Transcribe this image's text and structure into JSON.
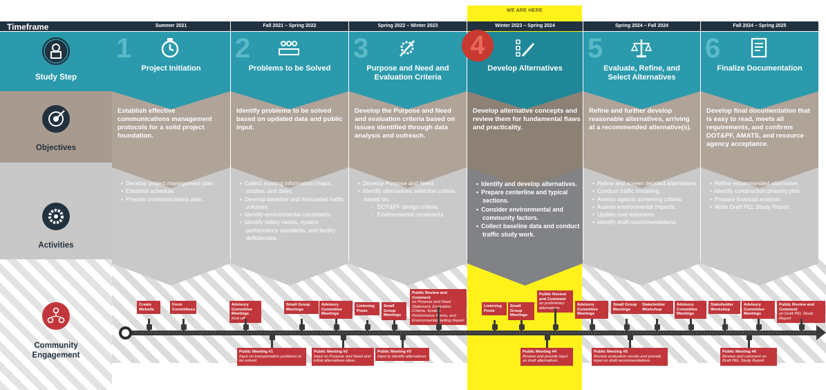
{
  "we_are_here": "WE ARE HERE",
  "left_labels": {
    "timeframe": "Timeframe",
    "study_step": "Study Step",
    "objectives": "Objectives",
    "activities": "Activities",
    "community_engagement": "Community Engagement"
  },
  "steps": [
    {
      "timeframe": "Summer 2021",
      "number": "1",
      "title": "Project Initiation",
      "icon": "stopwatch-icon",
      "objective": "Establish effective communications management protocols for a solid project foundation.",
      "activities": [
        {
          "text": "Develop project management plan."
        },
        {
          "text": "Establish schedule."
        },
        {
          "text": "Prepare communications plan."
        }
      ]
    },
    {
      "timeframe": "Fall 2021 – Spring 2022",
      "number": "2",
      "title": "Problems to be Solved",
      "icon": "meeting-icon",
      "objective": "Identify problems to be solved based on updated data and public input.",
      "activities": [
        {
          "text": "Collect existing information (maps, studies, and data)."
        },
        {
          "text": "Develop baseline and forecasted traffic volumes."
        },
        {
          "text": "Identify environmental constraints."
        },
        {
          "text": "Identify safety needs, system performance standards, and facility deficiencies."
        }
      ]
    },
    {
      "timeframe": "Spring 2022 – Winter 2023",
      "number": "3",
      "title": "Purpose and Need and Evaluation Criteria",
      "icon": "wrench-gear-icon",
      "objective": "Develop the Purpose and Need and evaluation criteria based on issues identified through data analysis and outreach.",
      "activities": [
        {
          "text": "Develop Purpose and Need."
        },
        {
          "text": "Identify alternatives selection criteria based on:"
        },
        {
          "text": "DOT&PF design criteria",
          "sub": true
        },
        {
          "text": "Environmental constraints",
          "sub": true
        }
      ]
    },
    {
      "timeframe": "Winter 2023 – Spring 2024",
      "number": "4",
      "title": "Develop Alternatives",
      "icon": "checklist-pencil-icon",
      "current": true,
      "objective": "Develop alternative concepts and review them for fundamental flaws and practicality.",
      "activities": [
        {
          "text": "Identify and develop alternatives."
        },
        {
          "text": "Prepare centerline and typical sections."
        },
        {
          "text": "Consider environmental and community factors."
        },
        {
          "text": "Collect baseline data and conduct traffic study work."
        }
      ]
    },
    {
      "timeframe": "Spring 2024 – Fall 2024",
      "number": "5",
      "title": "Evaluate, Refine, and Select Alternatives",
      "icon": "scales-icon",
      "objective": "Refine and further develop reasonable alternatives, arriving at a recommended alternative(s).",
      "activities": [
        {
          "text": "Refine and screen detailed alternatives."
        },
        {
          "text": "Conduct traffic modeling."
        },
        {
          "text": "Assess against screening criteria."
        },
        {
          "text": "Assess environmental impacts."
        },
        {
          "text": "Update cost estimates."
        },
        {
          "text": "Identify draft recommendations."
        }
      ]
    },
    {
      "timeframe": "Fall 2024 – Spring 2025",
      "number": "6",
      "title": "Finalize Documentation",
      "icon": "document-icon",
      "objective": "Develop final documentation that is easy to read, meets all requirements, and confirms DOT&PF, AMATS, and resource agency acceptance.",
      "activities": [
        {
          "text": "Refine recommended alternative."
        },
        {
          "text": "Identify construction phasing plan."
        },
        {
          "text": "Prepare financial analysis."
        },
        {
          "text": "Write Draft PEL Study Report."
        }
      ]
    }
  ],
  "events_above": [
    {
      "title": "Create Website"
    },
    {
      "title": "Form Committees"
    },
    {
      "title": "Advisory Committee Meetings",
      "sub": "Kick-off"
    },
    {
      "title": "Small Group Meetings"
    },
    {
      "title": "Advisory Committee Meetings"
    },
    {
      "title": "Listening Posts"
    },
    {
      "title": "Small Group Meetings"
    },
    {
      "title": "Public Review and Comment",
      "sub": "on Purpose and Need Statement, Evaluation Criteria, System Performance Memo, and Environmental Setting Report"
    },
    {
      "title": "Listening Posts"
    },
    {
      "title": "Small Group Meetings"
    },
    {
      "title": "Public Review and Comment",
      "sub": "on preliminary alternatives"
    },
    {
      "title": "Advisory Committee Meetings"
    },
    {
      "title": "Small Group Meetings"
    },
    {
      "title": "Stakeholder Workshop"
    },
    {
      "title": "Advisory Committee Meetings"
    },
    {
      "title": "Stakeholder Workshop"
    },
    {
      "title": "Advisory Committee Meetings"
    },
    {
      "title": "Public Review and Comment",
      "sub": "on Draft PEL Study Report"
    }
  ],
  "events_below": [
    {
      "title": "Public Meeting #1",
      "sub": "Input on transportation problems to be solved"
    },
    {
      "title": "Public Meeting #2",
      "sub": "Input on Purpose and Need and initial alternatives ideas"
    },
    {
      "title": "Public Meeting #3",
      "sub": "Input to identify alternatives"
    },
    {
      "title": "Public Meeting #4",
      "sub": "Review and provide input on draft alternatives"
    },
    {
      "title": "Public Meeting #5",
      "sub": "Review evaluation results and provide input on draft recommendations"
    },
    {
      "title": "Public Meeting #6",
      "sub": "Review and comment on Draft PEL Study Report"
    }
  ],
  "colors": {
    "header": "#21313f",
    "study_step": "#2a9aac",
    "objectives": "#b0a398",
    "activities": "#c9c9c9",
    "event": "#c0363b",
    "highlight": "#fff21a"
  }
}
